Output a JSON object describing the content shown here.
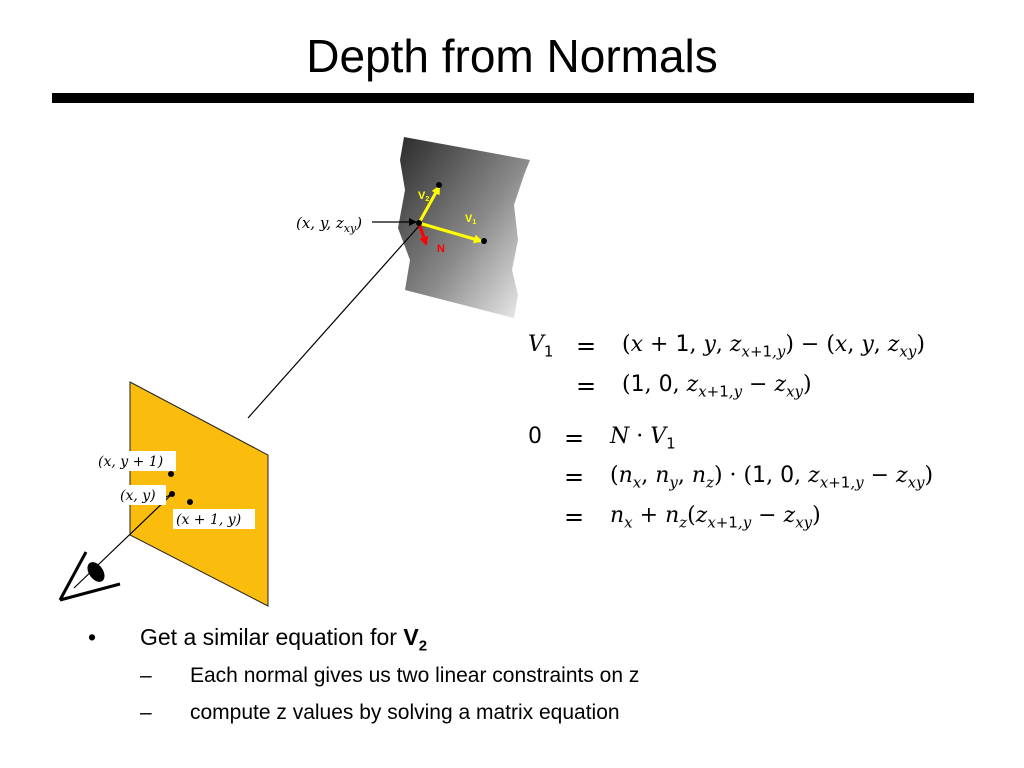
{
  "slide": {
    "title": "Depth from Normals"
  },
  "figure": {
    "point_label": "(x, y, z_xy)",
    "label_xy1": "(x, y + 1)",
    "label_xy": "(x, y)",
    "label_x1y": "(x + 1, y)",
    "vector_v2": "V2",
    "vector_v1": "V1",
    "vector_n": "N",
    "colors": {
      "image_plane": "#fbbd0d",
      "vector_v": "#ffff00",
      "vector_n": "#ff0000"
    }
  },
  "equations": {
    "line1_lhs": "V1",
    "line1_rhs": "(x + 1, y, z_{x+1,y}) − (x, y, z_xy)",
    "line2_rhs": "(1, 0, z_{x+1,y} − z_xy)",
    "line3_lhs": "0",
    "line3_rhs": "N · V1",
    "line4_rhs": "(n_x, n_y, n_z) · (1, 0, z_{x+1,y} − z_xy)",
    "line5_rhs": "n_x + n_z(z_{x+1,y} − z_xy)",
    "op": "="
  },
  "bullets": {
    "marker": "•",
    "dash": "–",
    "main_prefix": "Get a similar equation for ",
    "main_bold": "V",
    "main_sub": "2",
    "sub1": "Each normal gives us two linear constraints on z",
    "sub2": "compute z values by solving a matrix equation"
  }
}
